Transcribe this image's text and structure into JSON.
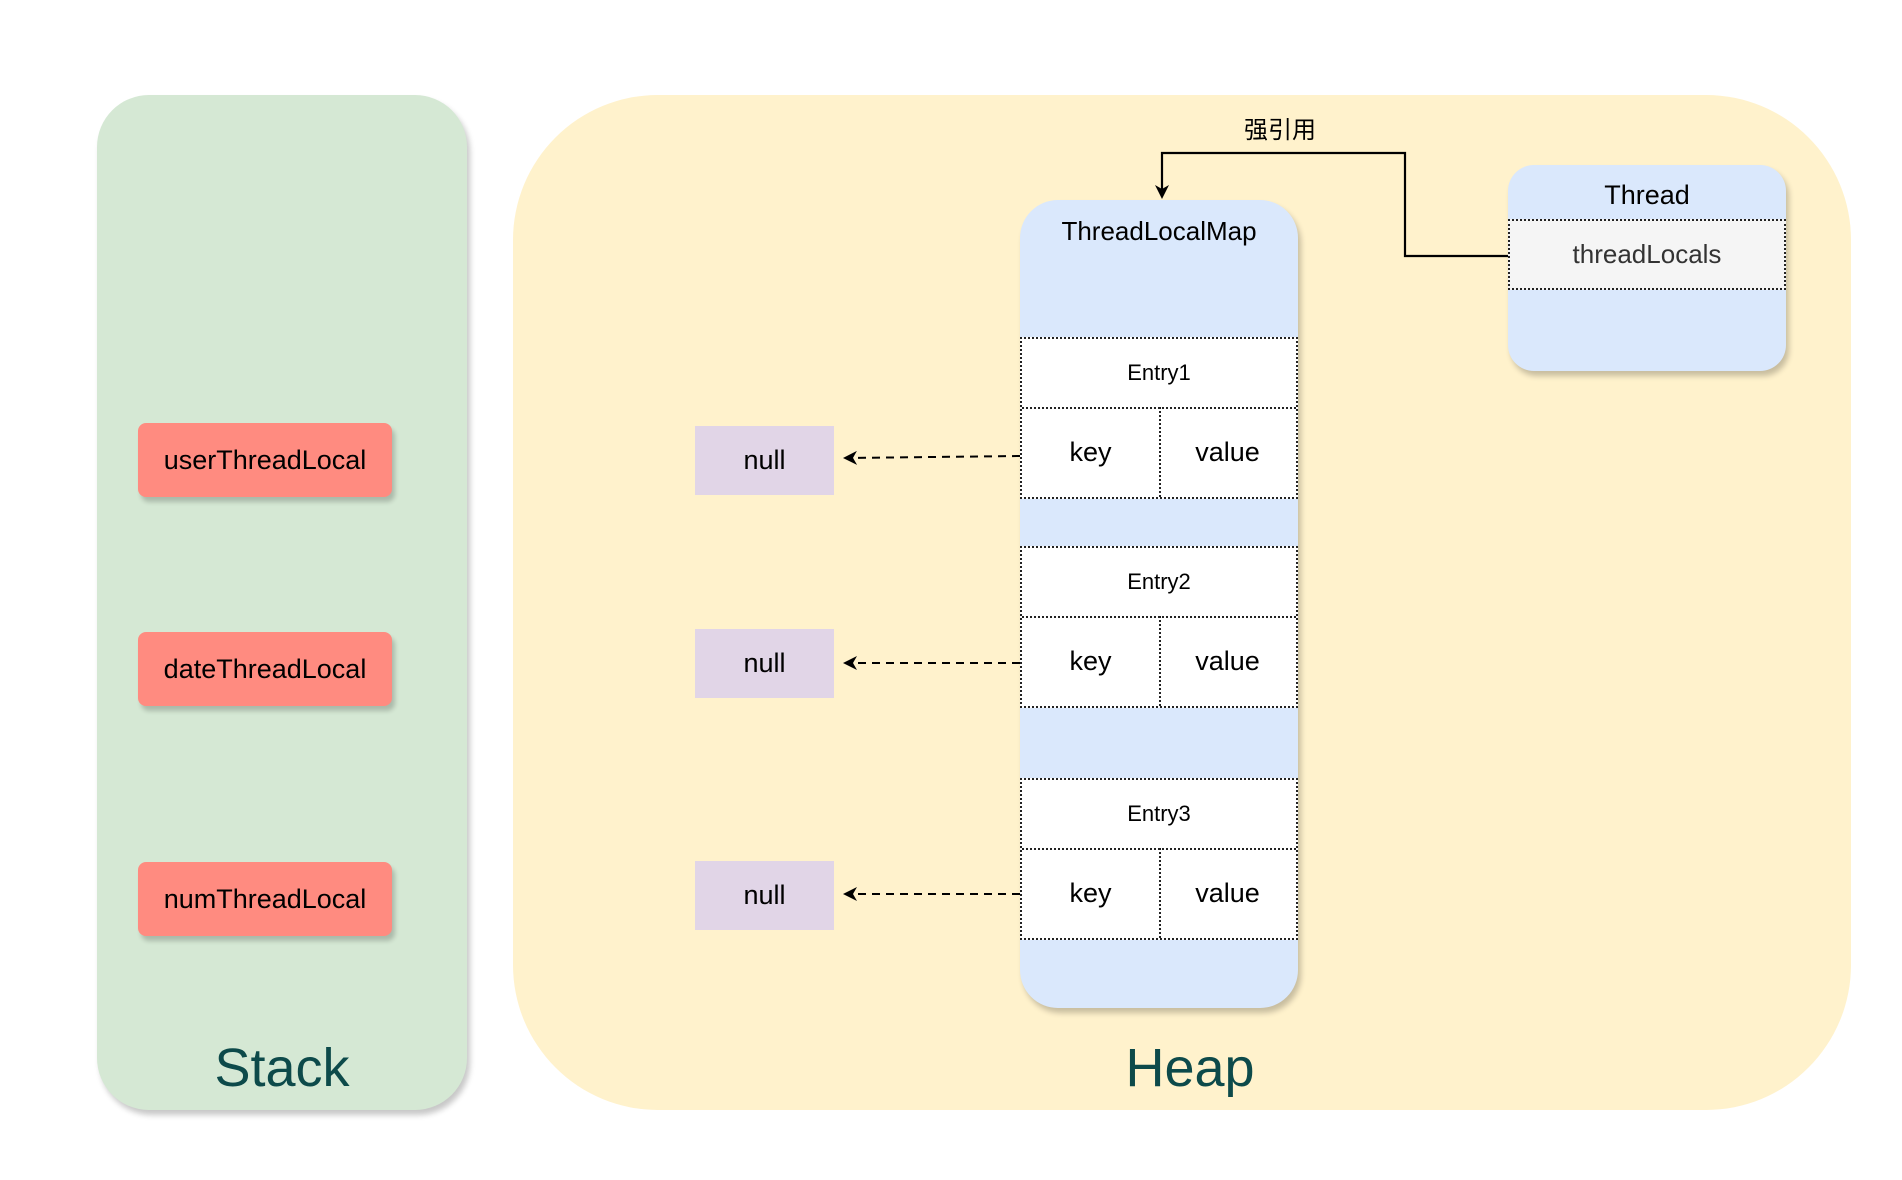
{
  "stack": {
    "label": "Stack",
    "items": [
      "userThreadLocal",
      "dateThreadLocal",
      "numThreadLocal"
    ]
  },
  "heap": {
    "label": "Heap",
    "thread": {
      "title": "Thread",
      "field": "threadLocals"
    },
    "map": {
      "title": "ThreadLocalMap",
      "entries": [
        {
          "title": "Entry1",
          "key": "key",
          "value": "value"
        },
        {
          "title": "Entry2",
          "key": "key",
          "value": "value"
        },
        {
          "title": "Entry3",
          "key": "key",
          "value": "value"
        }
      ]
    },
    "nulls": [
      "null",
      "null",
      "null"
    ],
    "strong_ref_label": "强引用"
  },
  "colors": {
    "stack_bg": "#d5e8d4",
    "heap_bg": "#fff2cc",
    "threadlocal_box": "#ff8b80",
    "map_bg": "#dae8fc",
    "null_box": "#e1d5e7",
    "label_text": "#0d4a4a"
  }
}
